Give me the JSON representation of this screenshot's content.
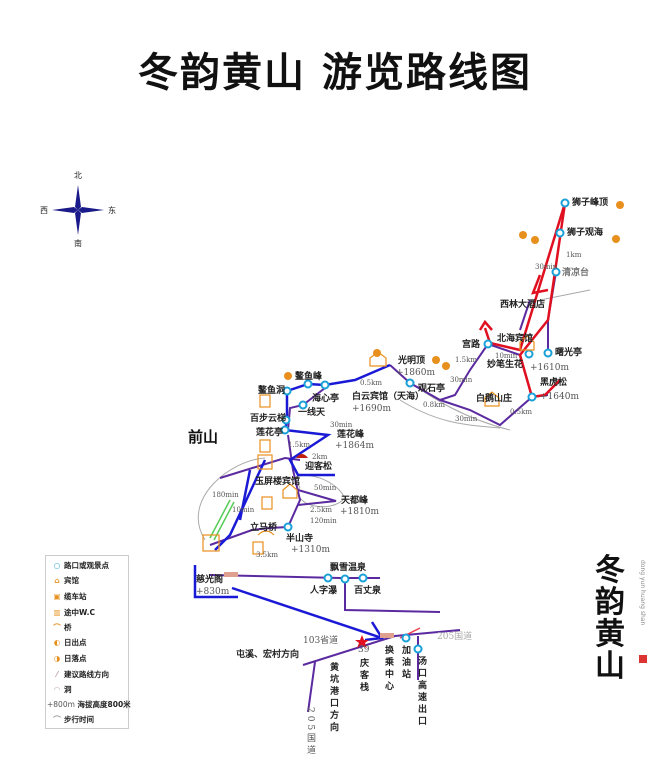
{
  "title": "冬韵黄山 游览路线图",
  "compass": {
    "north": "北",
    "south": "南",
    "west": "西",
    "east": "东"
  },
  "region": "前山",
  "spots": {
    "shizifengding": "狮子峰顶",
    "shiziguanhai": "狮子观海",
    "qingliangtai": "清凉台",
    "xilin": "西林大酒店",
    "beihai": "北海宾馆",
    "gonglu": "宫路",
    "shuguangting": "曙光亭",
    "miaobi": "妙笔生花",
    "beihai_alt": "+1610m",
    "heihusong": "黑虎松",
    "heihusong_alt": "+1640m",
    "baie": "白鹅山庄",
    "guanshiting": "观石亭",
    "guangmingding": "光明顶",
    "guangmingding_alt": "+1860m",
    "baiyun": "白云宾馆（天海）",
    "baiyun_alt": "+1690m",
    "aoyufeng": "鳌鱼峰",
    "aoyudong": "鳌鱼洞",
    "haixinting": "海心亭",
    "yixiantian": "一线天",
    "baibu": "百步云梯",
    "lianhuating": "莲花亭",
    "lianhuafeng": "莲花峰",
    "lianhuafeng_alt": "+1864m",
    "yingkesong": "迎客松",
    "yuping": "玉屏楼宾馆",
    "tiandu": "天都峰",
    "tiandu_alt": "+1810m",
    "lima": "立马桥",
    "banshan": "半山寺",
    "banshan_alt": "+1310m",
    "ciguang": "慈光阁",
    "ciguang_alt": "+830m",
    "piaoxue": "飘雪温泉",
    "renzipu": "人字瀑",
    "baizhang": "百丈泉",
    "road103": "103省道",
    "tunxi": "屯溪、宏村方向",
    "huangkeng": "黄坑港口方向",
    "road205": "205国道",
    "road205b": "205国道",
    "no39": "39",
    "qingkezhan": "庆客栈",
    "huancheng": "换乘中心",
    "jiayou": "加油站",
    "tangkou": "汤口高速出口"
  },
  "distances": {
    "d1": "1km",
    "d2": "30min",
    "d3": "1.5km",
    "d4": "30min",
    "d5": "10min",
    "d6": "0.5km",
    "d7": "30min",
    "d8": "0.5km",
    "d9": "1.5km",
    "d10": "2km",
    "d11": "50min",
    "d12": "2.5km",
    "d13": "120min",
    "d14": "180min",
    "d15": "10min",
    "d16": "3.5km",
    "d17": "0.8km",
    "d18": "30min"
  },
  "legend": [
    {
      "icon": "viewpoint-icon",
      "label": "路口或观景点"
    },
    {
      "icon": "hotel-icon",
      "label": "宾馆"
    },
    {
      "icon": "cable-car-icon",
      "label": "缆车站"
    },
    {
      "icon": "wc-icon",
      "label": "途中W.C"
    },
    {
      "icon": "bridge-icon",
      "label": "桥"
    },
    {
      "icon": "sunrise-icon",
      "label": "日出点"
    },
    {
      "icon": "sunset-icon",
      "label": "日落点"
    },
    {
      "icon": "route-icon",
      "label": "建议路线方向"
    },
    {
      "icon": "cave-icon",
      "label": "洞"
    },
    {
      "icon": "altitude-icon",
      "label": "海拔高度800米",
      "prefix": "+800m"
    },
    {
      "icon": "walk-time-icon",
      "label": "步行时间"
    }
  ],
  "logo": {
    "text": "冬韵黄山",
    "pinyin": "dong yun huang shan"
  },
  "colors": {
    "blue": "#1a1ad6",
    "purple": "#5b2aa0",
    "red": "#e01020",
    "cyan": "#1aa0d8",
    "orange": "#e8901e"
  }
}
